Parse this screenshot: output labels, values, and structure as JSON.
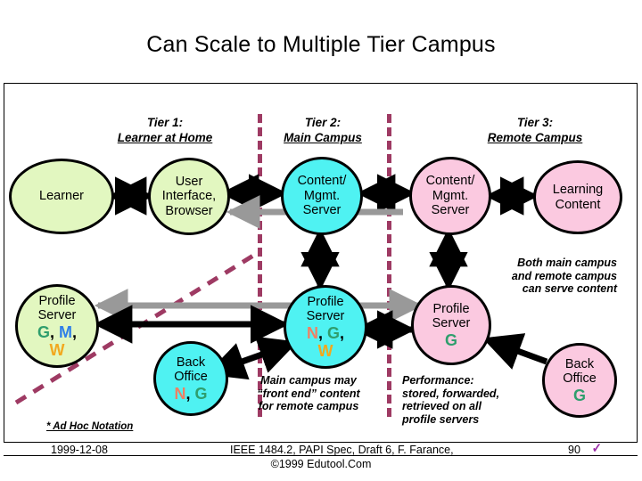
{
  "slide": {
    "title": "Can Scale to Multiple Tier Campus"
  },
  "tiers": [
    {
      "name": "Tier 1:",
      "sub": "Learner at Home"
    },
    {
      "name": "Tier 2:",
      "sub": "Main Campus"
    },
    {
      "name": "Tier 3:",
      "sub": "Remote Campus"
    }
  ],
  "nodes": {
    "learner": {
      "lines": [
        "Learner"
      ],
      "codes": "",
      "fill": "#e2f7c0"
    },
    "user_interface": {
      "lines": [
        "User",
        "Interface,",
        "Browser"
      ],
      "codes": "",
      "fill": "#e2f7c0"
    },
    "content_main": {
      "lines": [
        "Content/",
        "Mgmt.",
        "Server"
      ],
      "codes": "",
      "fill": "#4ff2f2"
    },
    "content_remote": {
      "lines": [
        "Content/",
        "Mgmt.",
        "Server"
      ],
      "codes": "",
      "fill": "#fbc9e0"
    },
    "learning_content": {
      "lines": [
        "Learning",
        "Content"
      ],
      "codes": "",
      "fill": "#fbc9e0"
    },
    "profile_home": {
      "lines": [
        "Profile",
        "Server"
      ],
      "codes": "G, M,",
      "codes2": "W",
      "fill": "#e2f7c0"
    },
    "profile_main": {
      "lines": [
        "Profile",
        "Server"
      ],
      "codes": "N, G,",
      "codes2": "W",
      "fill": "#4ff2f2"
    },
    "profile_remote": {
      "lines": [
        "Profile",
        "Server"
      ],
      "codes": "G",
      "codes2": "",
      "fill": "#fbc9e0"
    },
    "back_office_main": {
      "lines": [
        "Back",
        "Office"
      ],
      "codes": "N, G",
      "codes2": "",
      "fill": "#4ff2f2"
    },
    "back_office_remote": {
      "lines": [
        "Back",
        "Office"
      ],
      "codes": "G",
      "codes2": "",
      "fill": "#fbc9e0"
    }
  },
  "annotations": {
    "both_campus": "Both main campus\nand remote campus\ncan serve content",
    "front_end": "Main campus may\n“front end” content\nfor remote campus",
    "performance": "Performance:\nstored, forwarded,\nretrieved on all\nprofile servers"
  },
  "footer": {
    "ad_hoc": "* Ad Hoc Notation",
    "date": "1999-12-08",
    "source": "IEEE 1484.2, PAPI Spec, Draft 6, F. Farance,",
    "copyright": "©1999 Edutool.Com",
    "page": "90",
    "check": "✓"
  },
  "colors": {
    "green_fill": "#e2f7c0",
    "cyan_fill": "#4ff2f2",
    "pink_fill": "#fbc9e0",
    "dash": "#9e3a63",
    "gray_arrow": "#999999",
    "code_G": "#2f9e6d",
    "code_M": "#2f7fe8",
    "code_W": "#f2a81e",
    "code_N": "#ef8064",
    "check": "#9b2fa8"
  }
}
